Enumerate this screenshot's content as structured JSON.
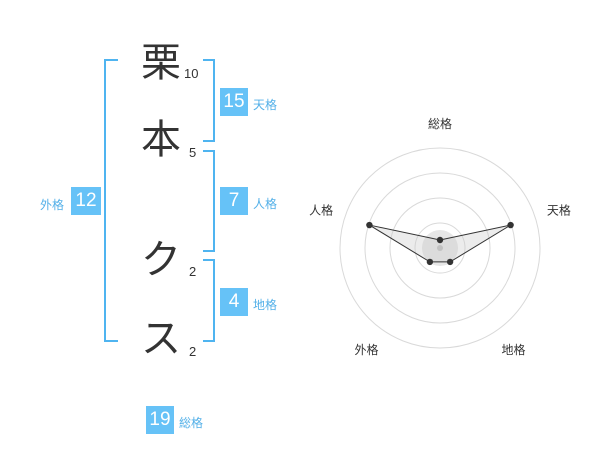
{
  "name": {
    "chars": [
      "栗",
      "本",
      "ク",
      "ス"
    ],
    "strokes": [
      "10",
      "5",
      "2",
      "2"
    ]
  },
  "fortune": {
    "tenkaku": {
      "label": "天格",
      "value": "15"
    },
    "jinkaku": {
      "label": "人格",
      "value": "7"
    },
    "chikaku": {
      "label": "地格",
      "value": "4"
    },
    "gaikaku": {
      "label": "外格",
      "value": "12"
    },
    "soukaku": {
      "label": "総格",
      "value": "19"
    }
  },
  "radar": {
    "axes": [
      "総格",
      "天格",
      "地格",
      "外格",
      "人格"
    ],
    "levels": 4,
    "values": [
      0.0,
      3.6,
      0.5,
      0.5,
      3.6
    ],
    "max": 5
  },
  "colors": {
    "accent": "#66c2f7",
    "bracket": "#4fb4f0",
    "label": "#53b0e8"
  }
}
